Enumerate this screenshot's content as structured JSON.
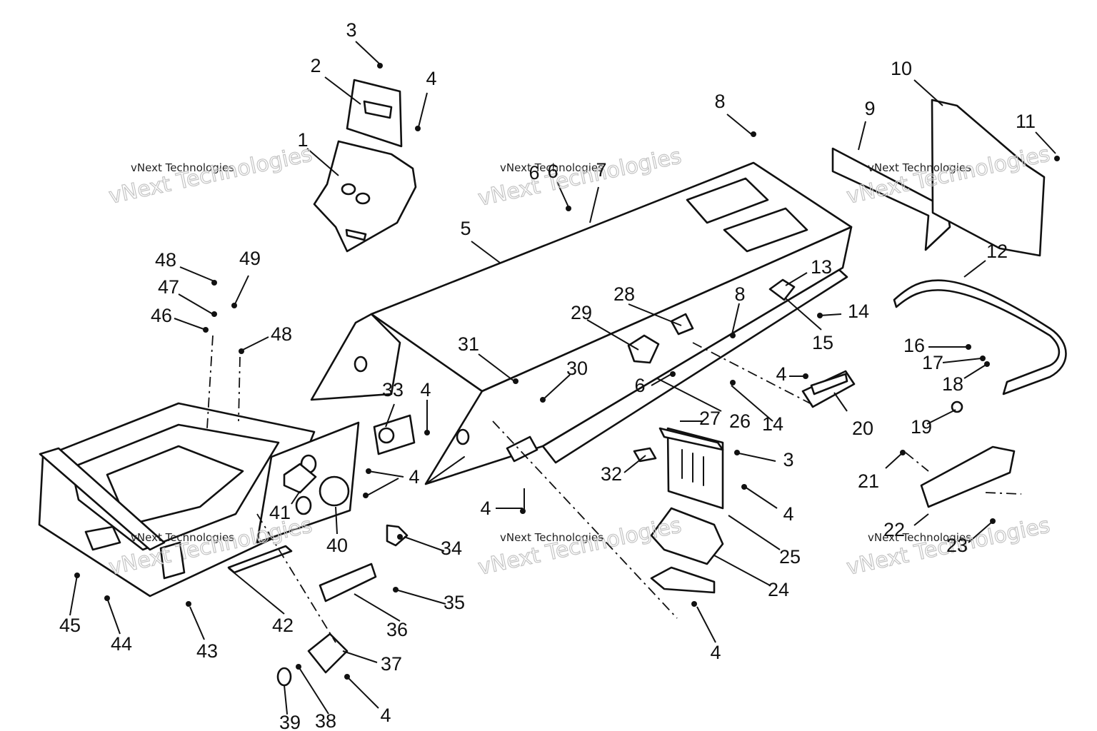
{
  "diagram": {
    "callouts": [
      "1",
      "2",
      "3",
      "4",
      "5",
      "6",
      "7",
      "8",
      "9",
      "10",
      "11",
      "12",
      "13",
      "14",
      "15",
      "16",
      "17",
      "18",
      "19",
      "20",
      "21",
      "22",
      "23",
      "24",
      "25",
      "26",
      "27",
      "28",
      "29",
      "30",
      "31",
      "32",
      "33",
      "34",
      "35",
      "36",
      "37",
      "38",
      "39",
      "40",
      "41",
      "42",
      "43",
      "44",
      "45",
      "46",
      "47",
      "48",
      "49"
    ]
  },
  "watermark": {
    "small_text": "vNext Technologies",
    "large_text": "vNext Technologies"
  }
}
